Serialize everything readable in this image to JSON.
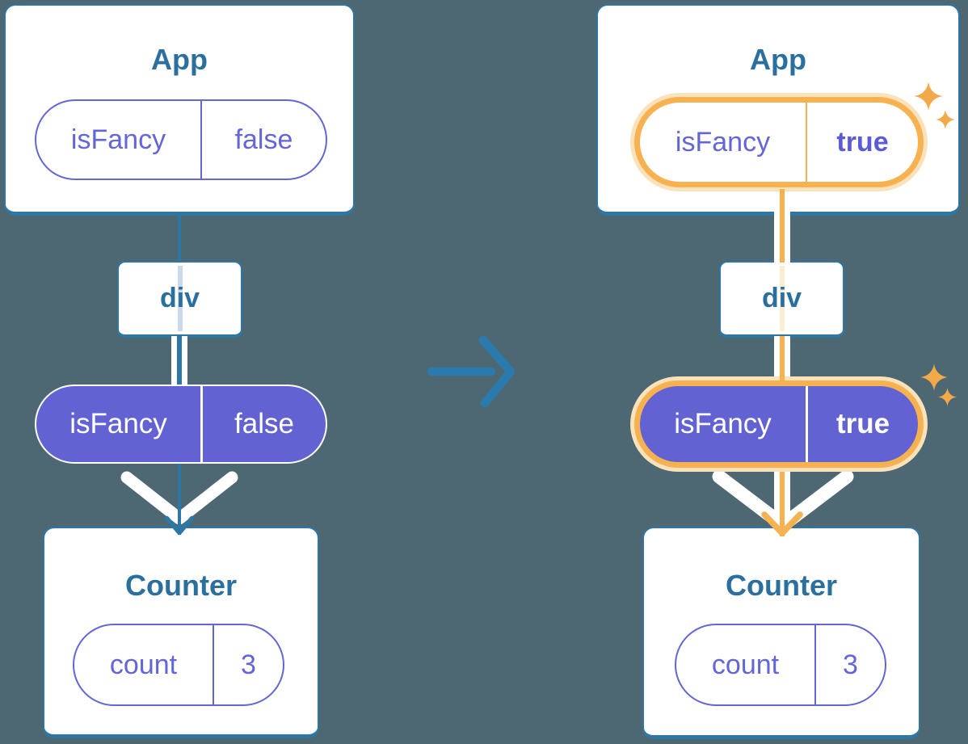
{
  "colors": {
    "background": "#4d6873",
    "card_border": "#2e76a3",
    "node_title": "#2b6f9e",
    "purple": "#6366d4",
    "purple_fill": "#6262d3",
    "purple_bold": "#5b5bd8",
    "highlight_orange": "#f6b150",
    "highlight_halo": "#fbe2ba",
    "faded_edge_blue": "#cbd9ea",
    "faded_edge_orange": "#fbecd4",
    "transition_arrow_blue": "#2b7aad",
    "white": "#ffffff"
  },
  "left": {
    "app": {
      "title": "App",
      "pill": {
        "key": "isFancy",
        "value": "false"
      }
    },
    "div": {
      "label": "div"
    },
    "state_pill": {
      "key": "isFancy",
      "value": "false"
    },
    "counter": {
      "title": "Counter",
      "pill": {
        "key": "count",
        "value": "3"
      }
    }
  },
  "right": {
    "app": {
      "title": "App",
      "pill": {
        "key": "isFancy",
        "value": "true"
      },
      "highlighted": true
    },
    "div": {
      "label": "div"
    },
    "state_pill": {
      "key": "isFancy",
      "value": "true",
      "highlighted": true
    },
    "counter": {
      "title": "Counter",
      "pill": {
        "key": "count",
        "value": "3"
      }
    }
  }
}
